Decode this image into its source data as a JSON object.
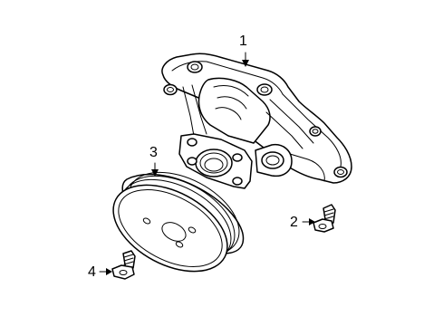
{
  "callouts": {
    "c1": "1",
    "c2": "2",
    "c3": "3",
    "c4": "4"
  },
  "parts": {
    "p1": "water-pump-housing",
    "p2": "bolt",
    "p3": "pulley",
    "p4": "bolt"
  },
  "colors": {
    "line": "#000000",
    "background": "#ffffff"
  }
}
